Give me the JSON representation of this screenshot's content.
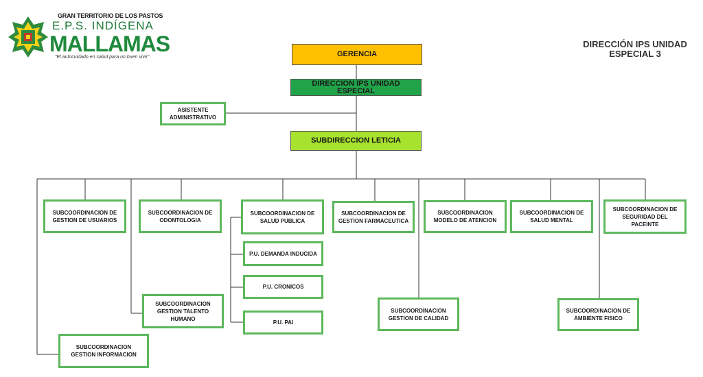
{
  "logo": {
    "line1": "GRAN TERRITORIO DE LOS PASTOS",
    "line2": "E.P.S. INDÍGENA",
    "line3": "MALLAMAS",
    "line4": "\"El autocuidado en salud para un buen vivir\""
  },
  "title": {
    "line1": "DIRECCIÓN IPS UNIDAD",
    "line2": "ESPECIAL 3"
  },
  "colors": {
    "gerencia": "#ffc000",
    "direccion": "#21a34a",
    "subdireccion": "#a6e22e",
    "box_border": "#5cb85c",
    "connector": "#333333"
  },
  "nodes": {
    "gerencia": "GERENCIA",
    "direccion": "DIRECCION IPS UNIDAD ESPECIAL",
    "asistente": "ASISTENTE ADMINISTRATIVO",
    "subdireccion": "SUBDIRECCION LETICIA",
    "usuarios": "SUBCOORDINACION DE GESTION DE USUARIOS",
    "informacion": "SUBCOORDINACION GESTION INFORMACION",
    "odontologia": "SUBCOORDINACION DE ODONTOLOGIA",
    "talento": "SUBCOORDINACION GESTION TALENTO HUMANO",
    "salud_publica": "SUBCOORDINACION DE SALUD PUBLICA",
    "demanda": "P.U. DEMANDA INDUCIDA",
    "cronicos": "P.U. CRONICOS",
    "pai": "P.U. PAI",
    "farmaceutica": "SUBCOORDINACION DE GESTION FARMACEUTICA",
    "calidad": "SUBCOORDINACION GESTION DE CALIDAD",
    "modelo": "SUBCOORDINACION MODELO DE ATENCION",
    "salud_mental": "SUBCOORDINACION DE SALUD MENTAL",
    "ambiente": "SUBCOORDINACION DE AMBIENTE FISICO",
    "seguridad": "SUBCOORDINACION DE SEGURIDAD DEL PACEINTE"
  }
}
